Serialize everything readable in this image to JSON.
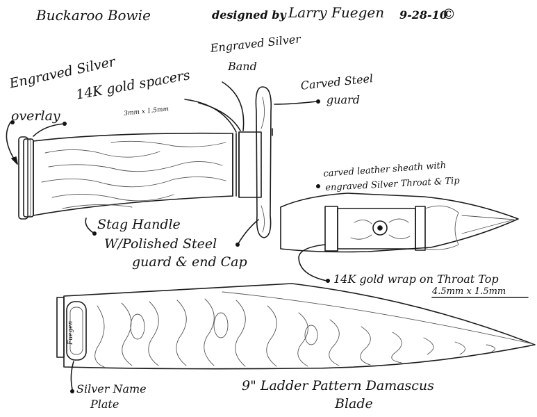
{
  "header": {
    "title": "Buckaroo Bowie",
    "designed_by": "designed by",
    "designer_signature": "Larry Fuegen",
    "date": "9-28-10",
    "copyright": "©"
  },
  "labels": {
    "engraved_silver_overlay_1": "Engraved Silver",
    "engraved_silver_overlay_2": "overlay",
    "gold_spacers": "14K gold spacers",
    "gold_spacers_size": "3mm x 1.5mm",
    "engraved_silver_band_1": "Engraved Silver",
    "engraved_silver_band_2": "Band",
    "carved_steel_guard_1": "Carved Steel",
    "carved_steel_guard_2": "guard",
    "stag_handle": "Stag Handle",
    "polished_steel_1": "W/Polished Steel",
    "polished_steel_2": "guard & end Cap",
    "sheath_1": "carved leather sheath with",
    "sheath_2": "engraved Silver Throat & Tip",
    "gold_wrap": "14K gold wrap on Throat Top",
    "gold_wrap_size": "4.5mm x 1.5mm",
    "name_plate_1": "Silver Name",
    "name_plate_2": "Plate",
    "blade_1": "9\" Ladder Pattern Damascus",
    "blade_2": "Blade"
  },
  "name_plate_signature": "Fuegen"
}
